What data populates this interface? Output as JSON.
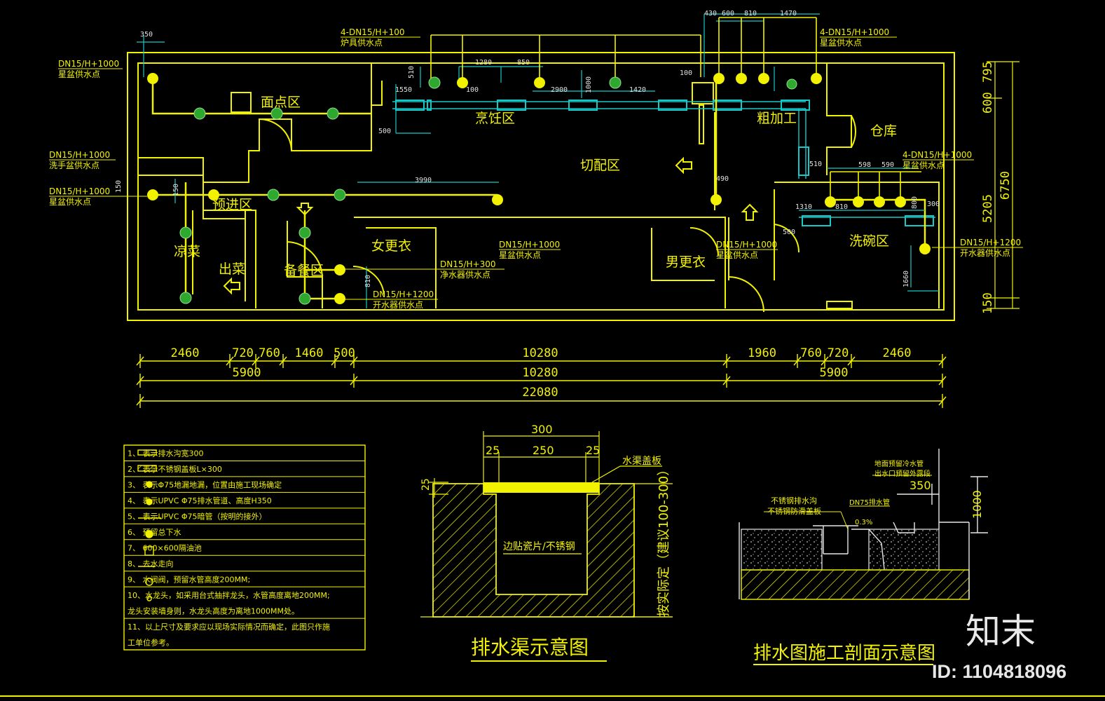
{
  "colors": {
    "background": "#000000",
    "line": "#f2f200",
    "cyan": "#19c8c8",
    "green": "#2ea82e",
    "white": "#e8e8e8"
  },
  "rooms": {
    "mian": "面点区",
    "peng": "烹饪区",
    "qie": "切配区",
    "cu": "粗加工",
    "cang": "仓库",
    "yujin": "预进区",
    "liang": "凉菜",
    "chu": "出菜",
    "bei": "备餐区",
    "nv": "女更衣",
    "nan": "男更衣",
    "xiwan": "洗碗区"
  },
  "callouts": {
    "c1a": "DN15/H+1000",
    "c1b": "星盆供水点",
    "c2a": "DN15/H+1000",
    "c2b": "洗手盆供水点",
    "c3a": "DN15/H+1000",
    "c3b": "星盆供水点",
    "c4a": "4-DN15/H+100",
    "c4b": "炉具供水点",
    "c5a": "4-DN15/H+1000",
    "c5b": "星盆供水点",
    "c6a": "4-DN15/H+1000",
    "c6b": "星盆供水点",
    "c7a": "DN15/H+1200",
    "c7b": "开水器供水点",
    "c8a": "DN15/H+1000",
    "c8b": "星盆供水点",
    "c9a": "DN15/H+300",
    "c9b": "净水器供水点",
    "c10a": "DN15/H+1200",
    "c10b": "开水器供水点",
    "c11a": "DN15/H+1000",
    "c11b": "星盆供水点"
  },
  "inner_dims": {
    "d350": "350",
    "d430": "430",
    "d600": "600",
    "d810": "810",
    "d1470": "1470",
    "d1280": "1280",
    "d850": "850",
    "d510": "510",
    "d1550": "1550",
    "d100": "100",
    "d2900": "2900",
    "d1000": "1000",
    "d1420": "1420",
    "d100b": "100",
    "d500": "500",
    "d3990": "3990",
    "d490": "490",
    "d598": "598",
    "d590": "590",
    "d510b": "510",
    "d1310": "1310",
    "d810b": "810",
    "d800": "800",
    "d300": "300",
    "d500b": "500",
    "d1660": "1660",
    "d150": "150",
    "d150b": "150",
    "d810c": "810"
  },
  "right_dims": {
    "r600": "600",
    "r795": "795",
    "r5205": "5205",
    "r6750": "6750",
    "r150": "150"
  },
  "bottom_dims": {
    "row1": [
      "2460",
      "720",
      "760",
      "1460",
      "500",
      "10280",
      "1960",
      "760",
      "720",
      "2460"
    ],
    "row2": [
      "5900",
      "10280",
      "5900"
    ],
    "total": "22080"
  },
  "legend": [
    "1、 表示排水沟宽300",
    "2、 表示不锈钢盖板L×300",
    "3、 表示Φ75地漏地漏，位置由施工现场确定",
    "4、 表示UPVC Φ75排水管道、高度H350",
    "5、 表示UPVC Φ75暗管（按明的接外）",
    "6、 预留总下水",
    "7、 600×600隔油池",
    "8、 去水走向",
    "9、 水阀阀，预留水管高度200MM;",
    "10、水龙头，如采用台式抽拌龙头，水管高度离地200MM;",
    "龙头安装墙身则，水龙头高度为离地1000MM处。",
    "11、以上尺寸及要求应以现场实际情况而确定，此图只作施",
    "工单位参考。"
  ],
  "trench": {
    "w300": "300",
    "w25a": "25",
    "w250": "250",
    "w25b": "25",
    "h25": "25",
    "cover": "水渠盖板",
    "lining": "边贴瓷片/不锈钢",
    "depth": "按实际定（建议100-300）",
    "caption": "排水渠示意图"
  },
  "section": {
    "note1": "地面预留冷水管",
    "note2": "出水口预留外露段",
    "n350": "350",
    "n1000": "1000",
    "pipe": "DN75排水管",
    "slope": "0.3%",
    "grate1": "不锈钢排水沟",
    "grate2": "不锈钢防滑盖板",
    "caption": "排水图施工剖面示意图"
  },
  "brand": "知末",
  "id_text": "ID: 1104818096"
}
